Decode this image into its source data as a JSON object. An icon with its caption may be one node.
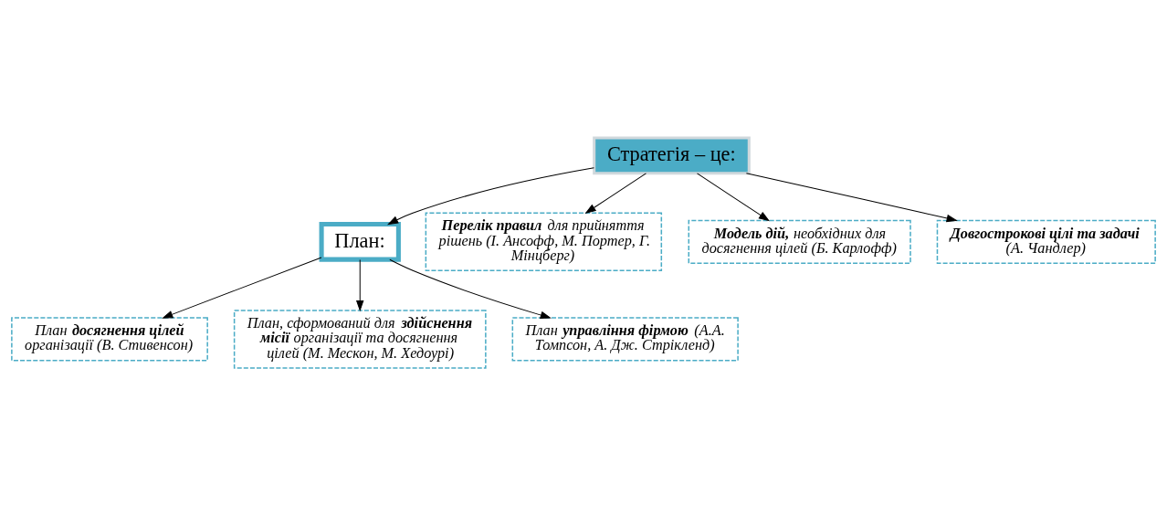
{
  "diagram": {
    "nodes": [
      {
        "text": [
          "Стратегія – це:"
        ]
      },
      {
        "text": [
          "План:"
        ]
      },
      {
        "text": [
          "**Перелік правил** для прийняття рішень (І. Ансофф, М. Портер, Г. Мінцберг)"
        ]
      },
      {
        "text": [
          "**Модель дій,** необхідних для досягнення цілей (Б. Карлофф)"
        ]
      },
      {
        "text": [
          "План **досягнення цілей** організації (В. Стивенсон)"
        ]
      },
      {
        "text": [
          "**Довгострокові цілі та задачі** (А. Чандлер)"
        ]
      },
      {
        "text": [
          "План, сформований для **здійснення місії** організації та досягнення цілей (М. Мескон, М. Хедоурі)"
        ]
      },
      {
        "text": [
          "План **управління фірмою** (А.А. Томпсон, А. Дж. Стрікленд)"
        ]
      }
    ],
    "edges": [
      {
        "from": 0,
        "to": 2,
        "arrow": "to"
      },
      {
        "from": 0,
        "to": 3,
        "arrow": "to"
      },
      {
        "from": 0,
        "to": 5,
        "arrow": "to"
      },
      {
        "from": 0,
        "to": 1,
        "arrow": "to"
      },
      {
        "from": 1,
        "to": 4,
        "arrow": "to"
      },
      {
        "from": 1,
        "to": 6,
        "arrow": "to"
      },
      {
        "from": 1,
        "to": 7,
        "arrow": "to"
      }
    ]
  }
}
